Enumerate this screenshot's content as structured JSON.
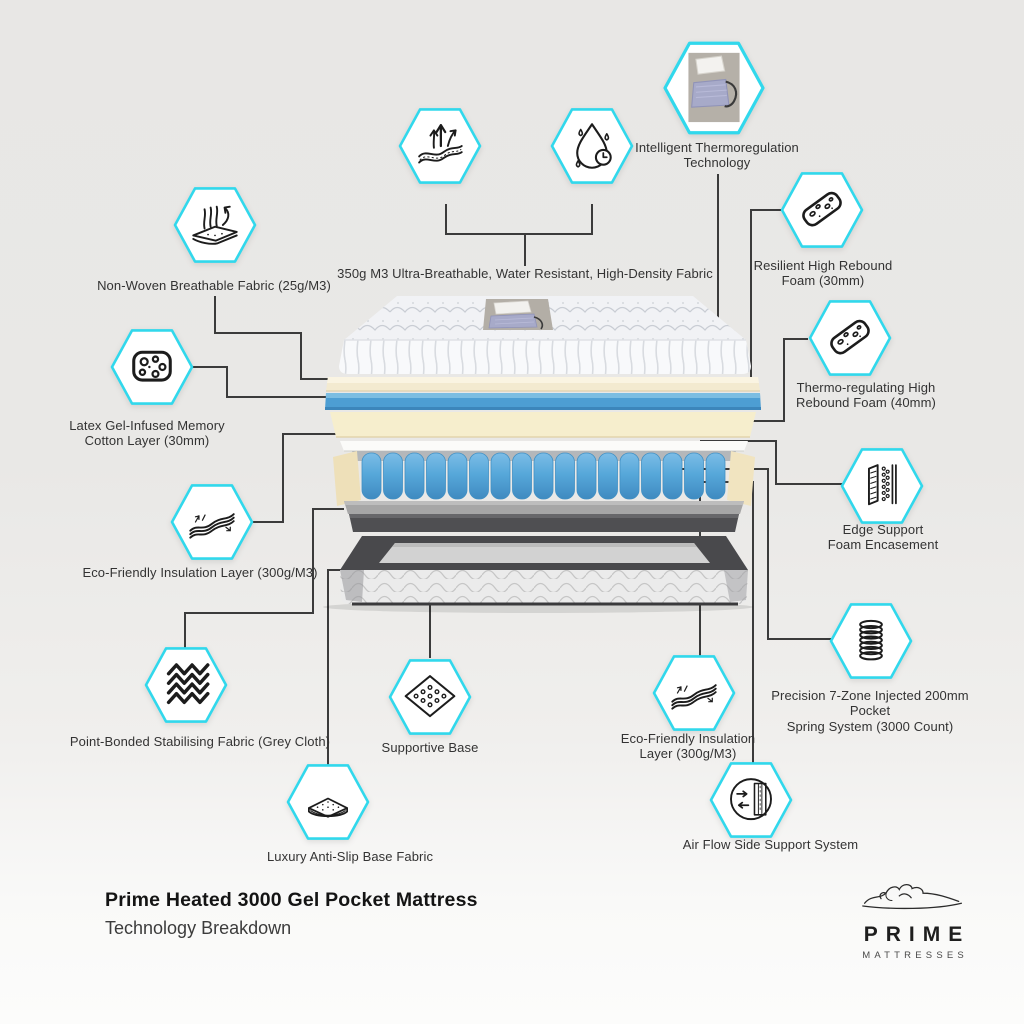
{
  "product": {
    "title": "Prime Heated 3000 Gel Pocket Mattress",
    "subtitle": "Technology Breakdown"
  },
  "brand": {
    "name": "PRIME",
    "tagline": "MATTRESSES"
  },
  "callouts": {
    "non_woven": "Non-Woven Breathable Fabric (25g/M3)",
    "top_fabric": "350g M3 Ultra-Breathable, Water Resistant, High-Density Fabric",
    "thermoregulation": "Intelligent Thermoregulation\nTechnology",
    "resilient_foam": "Resilient High Rebound\nFoam (30mm)",
    "latex_layer": "Latex Gel-Infused Memory\nCotton Layer (30mm)",
    "thermo_foam": "Thermo-regulating High\nRebound Foam (40mm)",
    "eco_insulation_left": "Eco-Friendly Insulation Layer (300g/M3)",
    "edge_support": "Edge Support\nFoam Encasement",
    "point_bonded": "Point-Bonded Stabilising Fabric (Grey Cloth)",
    "supportive_base": "Supportive Base",
    "spring_system": "Precision 7-Zone Injected 200mm\nPocket\nSpring System (3000 Count)",
    "eco_insulation_right": "Eco-Friendly Insulation\nLayer (300g/M3)",
    "luxury_base": "Luxury Anti-Slip Base Fabric",
    "air_flow": "Air Flow Side Support System"
  },
  "colors": {
    "accent_cyan": "#31d8ec",
    "connector": "#3b3b3b",
    "spring_blue": "#57a8da",
    "foam_cream": "#f6eecd",
    "background_top": "#e8e7e5",
    "background_bottom": "#fcfcfb"
  }
}
